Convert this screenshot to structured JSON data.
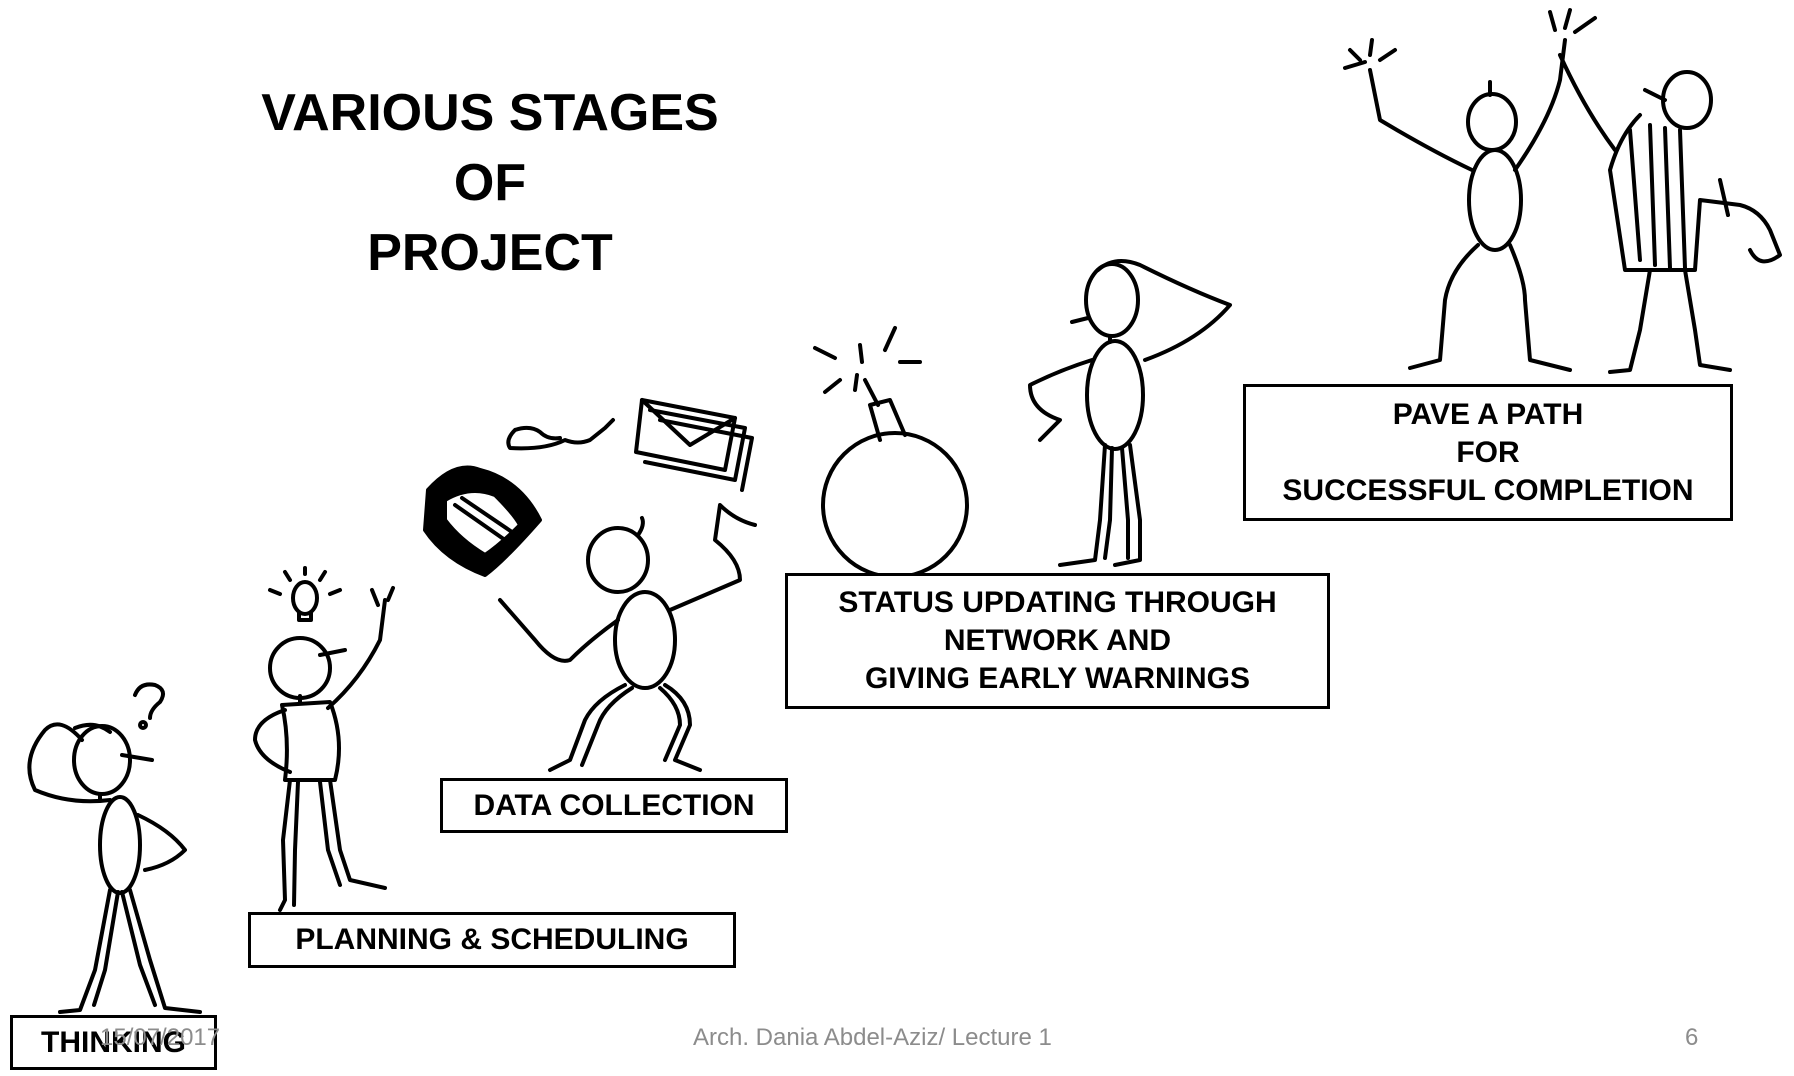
{
  "title": {
    "line1": "VARIOUS STAGES",
    "line2": "OF",
    "line3": "PROJECT"
  },
  "stages": {
    "thinking": "THINKING",
    "planning": "PLANNING & SCHEDULING",
    "data_collection": "DATA COLLECTION",
    "status": {
      "line1": "STATUS UPDATING THROUGH",
      "line2": "NETWORK  AND",
      "line3": "GIVING EARLY WARNINGS"
    },
    "pave": {
      "line1": "PAVE A PATH",
      "line2": "FOR",
      "line3": "SUCCESSFUL COMPLETION"
    }
  },
  "footer": {
    "date": "15/07/2017",
    "author": "Arch. Dania Abdel-Aziz/ Lecture 1",
    "page": "6"
  },
  "colors": {
    "ink": "#000000",
    "footer_text": "#8c8c8c",
    "background": "#ffffff"
  },
  "icons": [
    "question-mark-icon",
    "lightbulb-icon",
    "telephone-icon",
    "envelope-icon",
    "money-bills-icon",
    "bomb-icon",
    "stick-figure-icon"
  ]
}
